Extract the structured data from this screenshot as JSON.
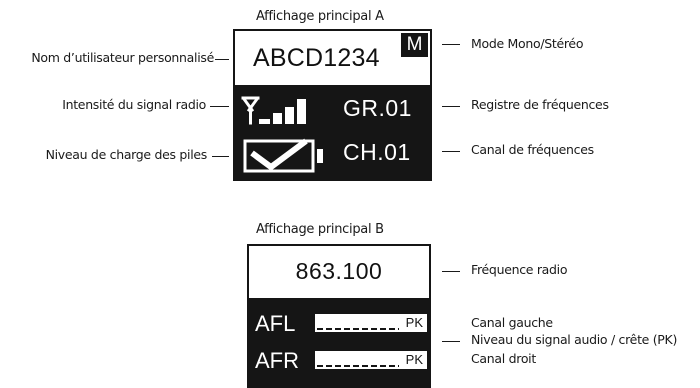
{
  "display_a": {
    "title": "Affichage principal A",
    "user_name": "ABCD1234",
    "mono_indicator": "M",
    "group": "GR.01",
    "channel": "CH.01"
  },
  "display_b": {
    "title": "Affichage principal B",
    "frequency": "863.100",
    "left_label": "AFL",
    "right_label": "AFR",
    "peak_label": "PK"
  },
  "callouts": {
    "user_name": "Nom d’utilisateur personnalisé",
    "signal": "Intensité du signal radio",
    "battery": "Niveau de charge des piles",
    "mono_stereo": "Mode Mono/Stéréo",
    "group": "Registre de fréquences",
    "channel": "Canal de fréquences",
    "frequency": "Fréquence radio",
    "left_channel": "Canal gauche",
    "audio_level": "Niveau du signal audio / crête (PK)",
    "right_channel": "Canal droit"
  },
  "colors": {
    "display_bg": "#151515",
    "display_fg": "#ffffff",
    "text": "#1a1a1a"
  }
}
